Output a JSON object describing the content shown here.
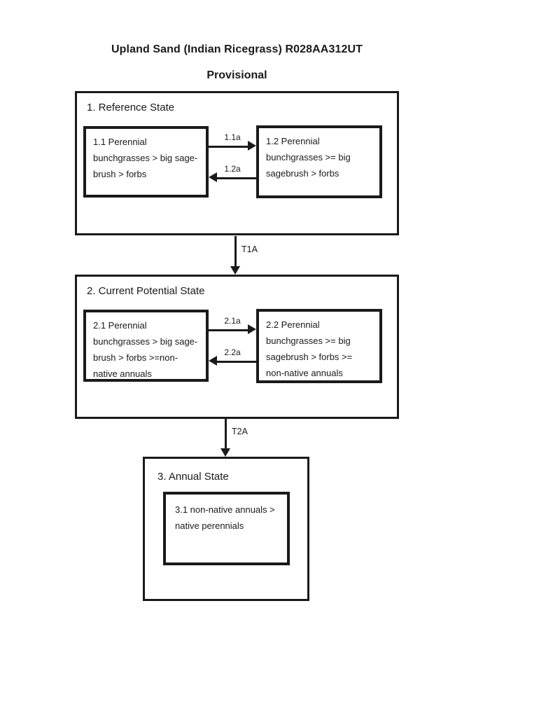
{
  "page": {
    "title": "Upland Sand (Indian Ricegrass) R028AA312UT",
    "subtitle": "Provisional"
  },
  "colors": {
    "ink": "#1a1a1a",
    "background": "#ffffff"
  },
  "states": [
    {
      "label": "1. Reference State",
      "communities": [
        {
          "text": "1.1 Perennial\nbunchgrasses > big sage-\nbrush > forbs"
        },
        {
          "text": "1.2 Perennial\nbunchgrasses >= big\nsagebrush > forbs"
        }
      ],
      "pathways": [
        {
          "label": "1.1a",
          "direction": "right"
        },
        {
          "label": "1.2a",
          "direction": "left"
        }
      ]
    },
    {
      "label": "2. Current Potential State",
      "communities": [
        {
          "text": "2.1 Perennial\nbunchgrasses > big sage-\nbrush > forbs >=non-\nnative annuals"
        },
        {
          "text": "2.2 Perennial\nbunchgrasses >= big\nsagebrush > forbs >=\nnon-native annuals"
        }
      ],
      "pathways": [
        {
          "label": "2.1a",
          "direction": "right"
        },
        {
          "label": "2.2a",
          "direction": "left"
        }
      ]
    },
    {
      "label": "3. Annual State",
      "communities": [
        {
          "text": "3.1 non-native annuals >\nnative perennials"
        }
      ],
      "pathways": []
    }
  ],
  "transitions": [
    {
      "label": "T1A",
      "direction": "down"
    },
    {
      "label": "T2A",
      "direction": "down"
    }
  ]
}
